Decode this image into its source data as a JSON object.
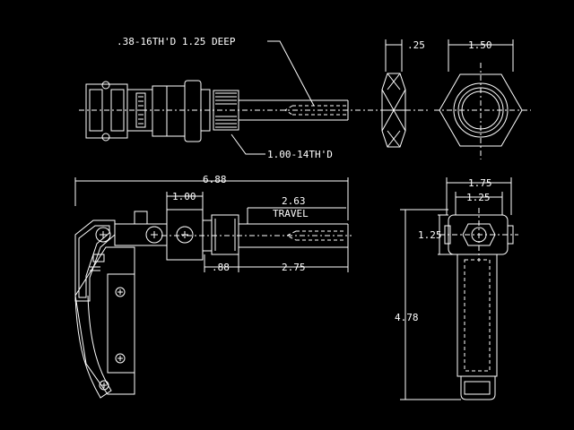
{
  "labels": {
    "tap_note": ".38-16TH'D 1.25 DEEP",
    "thread_note": "1.00-14TH'D",
    "dim_overall_length": "6.88",
    "dim_1_00": "1.00",
    "dim_travel_value": "2.63",
    "dim_travel_word": "TRAVEL",
    "dim_0_88": ".88",
    "dim_2_75": "2.75",
    "dim_0_25": ".25",
    "dim_1_50": "1.50",
    "dim_1_75": "1.75",
    "dim_1_25_top": "1.25",
    "dim_1_25_side": "1.25",
    "dim_4_78": "4.78"
  },
  "colors": {
    "background": "#000000",
    "line": "#ffffff"
  }
}
